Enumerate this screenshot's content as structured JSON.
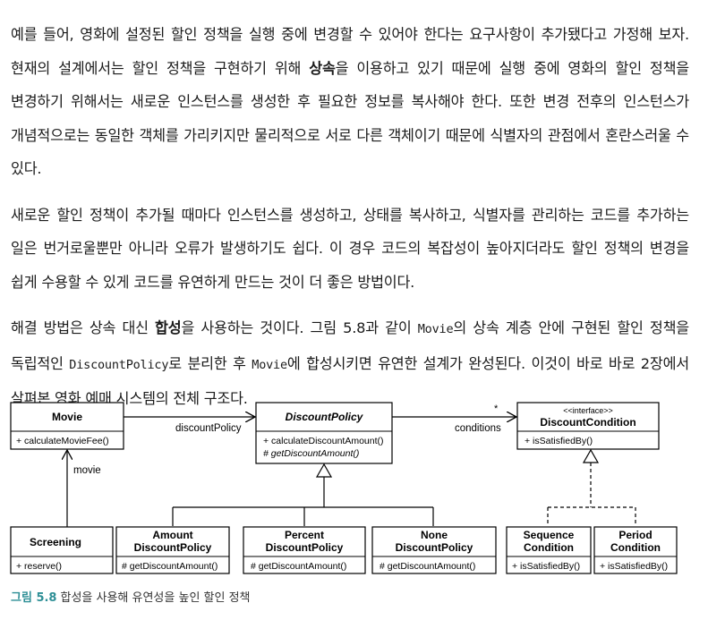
{
  "paragraphs": [
    {
      "segments": [
        {
          "text": "예를 들어, 영화에 설정된 할인 정책을 실행 중에 변경할 수 있어야 한다는 요구사항이 추가됐다고 가정해 보자. 현재의 설계에서는 할인 정책을 구현하기 위해 ",
          "style": "normal"
        },
        {
          "text": "상속",
          "style": "bold"
        },
        {
          "text": "을 이용하고 있기 때문에 실행 중에 영화의 할인 정책을 변경하기 위해서는 새로운 인스턴스를 생성한 후 필요한 정보를 복사해야 한다. 또한 변경 전후의 인스턴스가 개념적으로는 동일한 객체를 가리키지만 물리적으로 서로 다른 객체이기 때문에 식별자의 관점에서 혼란스러울 수 있다.",
          "style": "normal"
        }
      ]
    },
    {
      "segments": [
        {
          "text": "새로운 할인 정책이 추가될 때마다 인스턴스를 생성하고, 상태를 복사하고, 식별자를 관리하는 코드를 추가하는 일은 번거로울뿐만 아니라 오류가 발생하기도 쉽다. 이 경우 코드의 복잡성이 높아지더라도 할인 정책의 변경을 쉽게 수용할 수 있게 코드를 유연하게 만드는 것이 더 좋은 방법이다.",
          "style": "normal"
        }
      ]
    },
    {
      "segments": [
        {
          "text": "해결 방법은 상속 대신 ",
          "style": "normal"
        },
        {
          "text": "합성",
          "style": "bold"
        },
        {
          "text": "을 사용하는 것이다. 그림 5.8과 같이 ",
          "style": "normal"
        },
        {
          "text": "Movie",
          "style": "mono"
        },
        {
          "text": "의 상속 계층 안에 구현된 할인 정책을 독립적인 ",
          "style": "normal"
        },
        {
          "text": "DiscountPolicy",
          "style": "mono"
        },
        {
          "text": "로 분리한 후 ",
          "style": "normal"
        },
        {
          "text": "Movie",
          "style": "mono"
        },
        {
          "text": "에 합성시키면 유연한 설계가 완성된다. 이것이 바로 바로 2장에서 살펴본 영화 예매 시스템의 전체 구조다.",
          "style": "normal"
        }
      ]
    }
  ],
  "diagram": {
    "movie": {
      "name": "Movie",
      "op": "+ calculateMovieFee()"
    },
    "discount_policy": {
      "name": "DiscountPolicy",
      "op1": "+ calculateDiscountAmount()",
      "op2": "# getDiscountAmount()"
    },
    "discount_condition": {
      "stereotype": "<<interface>>",
      "name": "DiscountCondition",
      "op": "+ isSatisfiedBy()"
    },
    "screening": {
      "name": "Screening",
      "op": "+ reserve()"
    },
    "amount_policy": {
      "name_line1": "Amount",
      "name_line2": "DiscountPolicy",
      "op": "# getDiscountAmount()"
    },
    "percent_policy": {
      "name_line1": "Percent",
      "name_line2": "DiscountPolicy",
      "op": "# getDiscountAmount()"
    },
    "none_policy": {
      "name_line1": "None",
      "name_line2": "DiscountPolicy",
      "op": "# getDiscountAmount()"
    },
    "sequence_condition": {
      "name_line1": "Sequence",
      "name_line2": "Condition",
      "op": "+ isSatisfiedBy()"
    },
    "period_condition": {
      "name_line1": "Period",
      "name_line2": "Condition",
      "op": "+ isSatisfiedBy()"
    },
    "labels": {
      "discount_policy_role": "discountPolicy",
      "conditions_role": "conditions",
      "multiplicity": "*",
      "movie_role": "movie"
    }
  },
  "caption": {
    "number": "그림 5.8",
    "text": "합성을 사용해 유연성을 높인 할인 정책"
  }
}
